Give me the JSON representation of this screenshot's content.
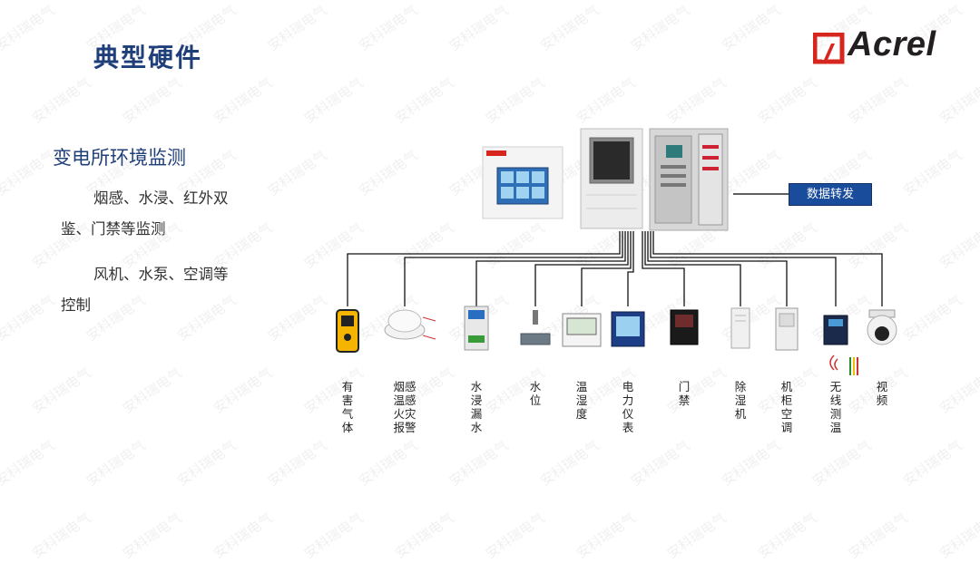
{
  "header": {
    "title": "典型硬件",
    "logo_text": "Acrel"
  },
  "watermark": "安科瑞电气",
  "left": {
    "section_title": "变电所环境监测",
    "para1": "烟感、水浸、红外双鉴、门禁等监测",
    "para2": "风机、水泵、空调等控制"
  },
  "relay_label": "数据转发",
  "devices": [
    {
      "id": "gas",
      "label": "有害气体",
      "icon": "gas-detector-icon"
    },
    {
      "id": "smoke",
      "label": "烟感温感火灾报警",
      "icon": "smoke-detector-icon"
    },
    {
      "id": "water-leak",
      "label": "水浸漏水",
      "icon": "water-leak-sensor-icon"
    },
    {
      "id": "water-level",
      "label": "水位",
      "icon": "water-level-sensor-icon"
    },
    {
      "id": "temp-humidity",
      "label": "温湿度",
      "icon": "temperature-humidity-meter-icon"
    },
    {
      "id": "power-meter",
      "label": "电力仪表",
      "icon": "power-meter-icon"
    },
    {
      "id": "access",
      "label": "门禁",
      "icon": "access-control-icon"
    },
    {
      "id": "dehumidifier",
      "label": "除湿机",
      "icon": "dehumidifier-icon"
    },
    {
      "id": "cabinet-ac",
      "label": "机柜空调",
      "icon": "cabinet-air-conditioner-icon"
    },
    {
      "id": "wireless-temp",
      "label": "无线测温",
      "icon": "wireless-temperature-sensor-icon"
    },
    {
      "id": "video",
      "label": "视频",
      "icon": "dome-camera-icon"
    }
  ]
}
